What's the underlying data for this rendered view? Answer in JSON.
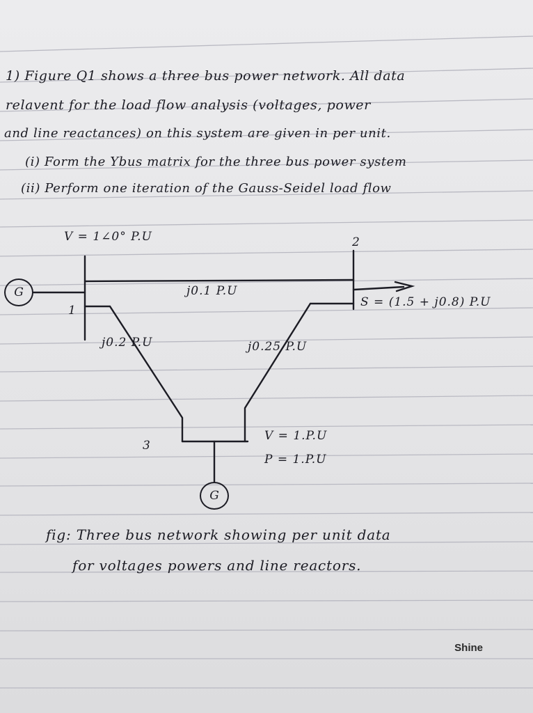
{
  "question": {
    "lines": [
      "1) Figure Q1 shows a three bus power network. All data",
      "relavent for the load flow analysis (voltages, power",
      "and line reactances) on this system are given in per unit.",
      "(i) Form the Ybus matrix for the three bus power system",
      "(ii) Perform one iteration of the Gauss-Seidel load flow"
    ]
  },
  "diagram": {
    "bus1_voltage": "V = 1∠0° P.U",
    "bus1_label": "1",
    "bus2_label": "2",
    "bus3_label": "3",
    "gen_label": "G",
    "line_1_2": "j0.1 P.U",
    "line_1_3": "j0.2 P.U",
    "line_2_3": "j0.25 P.U",
    "load_bus2": "S = (1.5 + j0.8) P.U",
    "bus3_voltage": "V = 1.P.U",
    "bus3_power": "P = 1.P.U"
  },
  "caption": {
    "lines": [
      "fig: Three bus network showing per unit data",
      "for voltages powers and line reactors."
    ]
  },
  "brand": "Shine"
}
